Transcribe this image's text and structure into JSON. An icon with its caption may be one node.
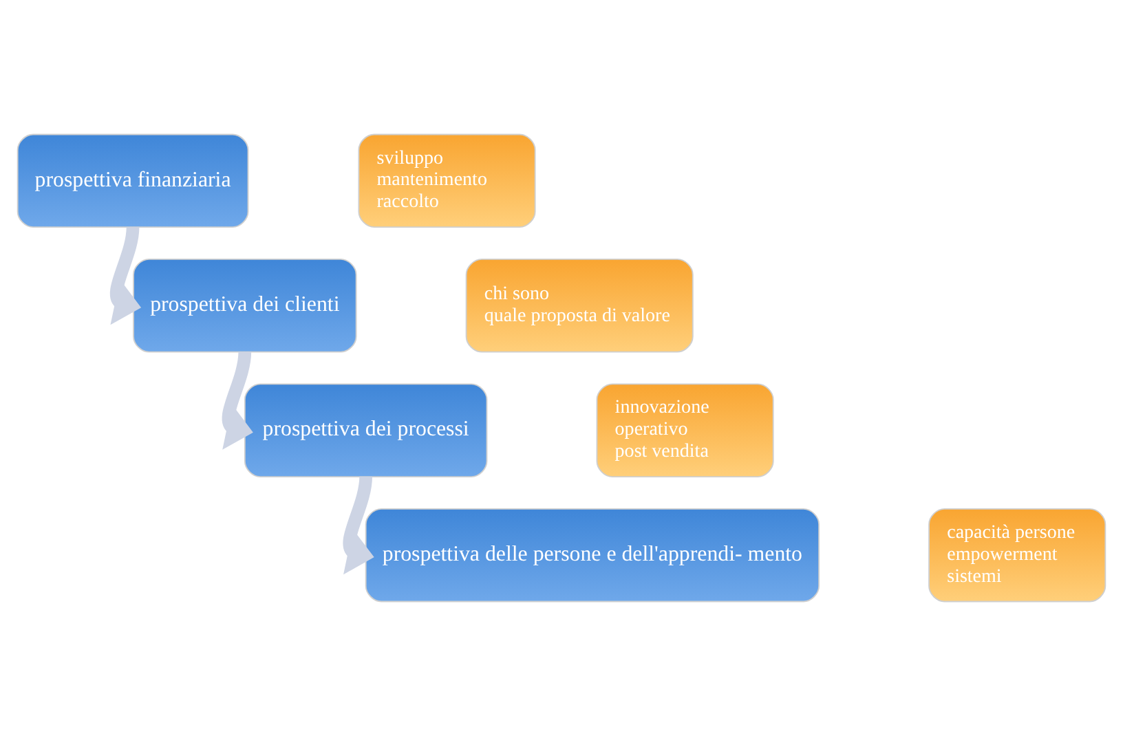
{
  "diagram": {
    "nodes": [
      {
        "text": [
          "prospettiva finanziaria"
        ]
      },
      {
        "text": [
          "sviluppo",
          "mantenimento",
          "raccolto"
        ]
      },
      {
        "text": [
          "prospettiva dei clienti"
        ]
      },
      {
        "text": [
          "chi sono",
          "quale proposta di valore"
        ]
      },
      {
        "text": [
          "prospettiva dei processi"
        ]
      },
      {
        "text": [
          "innovazione",
          "operativo",
          "post vendita"
        ]
      },
      {
        "text": [
          "prospettiva delle persone e dell'apprendi- mento"
        ]
      },
      {
        "text": [
          "capacità persone",
          "empowerment",
          "sistemi"
        ]
      }
    ],
    "edges": [
      {
        "from": 0,
        "to": 2,
        "arrow": "to"
      },
      {
        "from": 2,
        "to": 4,
        "arrow": "to"
      },
      {
        "from": 4,
        "to": 6,
        "arrow": "to"
      }
    ]
  }
}
